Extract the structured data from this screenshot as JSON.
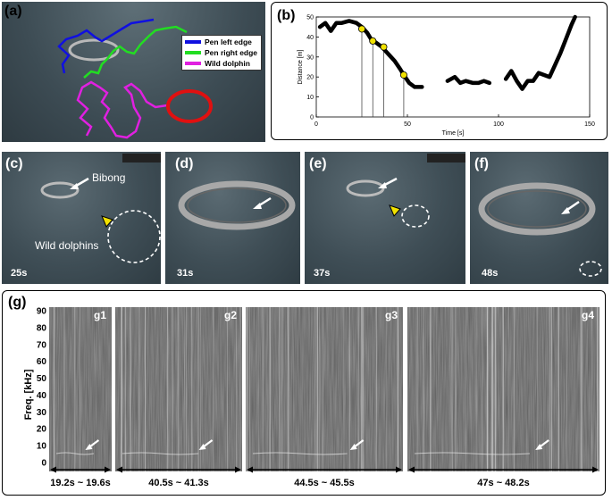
{
  "panel_a": {
    "label": "(a)",
    "legend": [
      {
        "text": "Pen left edge",
        "color": "#1010e0"
      },
      {
        "text": "Pen right edge",
        "color": "#22dd22"
      },
      {
        "text": "Wild dolphin",
        "color": "#e020e0"
      }
    ]
  },
  "panel_b": {
    "label": "(b)",
    "chart_data": {
      "type": "scatter",
      "xlabel": "Time [s]",
      "ylabel": "Distance [m]",
      "xlim": [
        0,
        150
      ],
      "ylim": [
        0,
        50
      ],
      "xticks": [
        0,
        50,
        100,
        150
      ],
      "yticks": [
        0,
        10,
        20,
        30,
        40,
        50
      ],
      "segments": [
        [
          [
            2,
            45
          ],
          [
            5,
            47
          ],
          [
            8,
            43
          ],
          [
            11,
            47
          ],
          [
            14,
            47
          ],
          [
            18,
            48
          ],
          [
            22,
            47
          ],
          [
            25,
            45
          ],
          [
            28,
            42
          ],
          [
            30,
            39
          ],
          [
            33,
            37
          ],
          [
            36,
            35
          ],
          [
            38,
            33
          ],
          [
            40,
            31
          ],
          [
            43,
            28
          ],
          [
            46,
            24
          ],
          [
            48,
            21
          ],
          [
            51,
            17
          ],
          [
            54,
            15
          ],
          [
            58,
            15
          ]
        ],
        [
          [
            72,
            18
          ],
          [
            76,
            20
          ],
          [
            79,
            17
          ],
          [
            82,
            18
          ],
          [
            86,
            17
          ],
          [
            89,
            17
          ],
          [
            92,
            18
          ],
          [
            95,
            17
          ]
        ],
        [
          [
            104,
            19
          ],
          [
            107,
            23
          ],
          [
            110,
            18
          ],
          [
            113,
            14
          ],
          [
            116,
            18
          ],
          [
            119,
            18
          ],
          [
            122,
            22
          ],
          [
            125,
            21
          ],
          [
            128,
            20
          ],
          [
            131,
            26
          ],
          [
            134,
            32
          ],
          [
            137,
            39
          ],
          [
            140,
            46
          ],
          [
            142,
            50
          ]
        ]
      ],
      "markers": [
        [
          25,
          44
        ],
        [
          31,
          38
        ],
        [
          37,
          35
        ],
        [
          48,
          21
        ]
      ]
    }
  },
  "panel_c": {
    "label": "(c)",
    "time": "25s",
    "annot_pen": "Bibong",
    "annot_dolphin": "Wild dolphins"
  },
  "panel_d": {
    "label": "(d)",
    "time": "31s"
  },
  "panel_e": {
    "label": "(e)",
    "time": "37s"
  },
  "panel_f": {
    "label": "(f)",
    "time": "48s"
  },
  "panel_g": {
    "label": "(g)",
    "ylabel": "Freq. [kHz]",
    "yticks": [
      "90",
      "80",
      "70",
      "60",
      "50",
      "40",
      "30",
      "20",
      "10",
      "0"
    ],
    "subpanels": [
      {
        "id": "g1",
        "range": "19.2s ~ 19.6s"
      },
      {
        "id": "g2",
        "range": "40.5s ~ 41.3s"
      },
      {
        "id": "g3",
        "range": "44.5s ~ 45.5s"
      },
      {
        "id": "g4",
        "range": "47s ~ 48.2s"
      }
    ]
  }
}
